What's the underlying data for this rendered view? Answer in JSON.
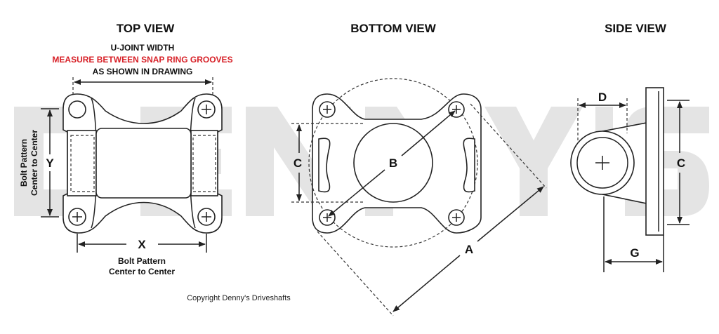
{
  "watermark": "DENNY'S",
  "top_view": {
    "title": "TOP VIEW",
    "ujoint_width": "U-JOINT WIDTH",
    "measure_note": "MEASURE BETWEEN SNAP RING GROOVES",
    "as_shown": "AS SHOWN IN DRAWING",
    "y_label": "Y",
    "y_caption_1": "Bolt Pattern",
    "y_caption_2": "Center to Center",
    "x_label": "X",
    "x_caption_1": "Bolt Pattern",
    "x_caption_2": "Center to Center"
  },
  "bottom_view": {
    "title": "BOTTOM  VIEW",
    "c_label": "C",
    "b_label": "B",
    "a_label": "A"
  },
  "side_view": {
    "title": "SIDE  VIEW",
    "d_label": "D",
    "c_label": "C",
    "g_label": "G"
  },
  "copyright": "Copyright Denny's Driveshafts",
  "colors": {
    "accent_red": "#d71f26",
    "watermark": "#e4e4e4"
  }
}
